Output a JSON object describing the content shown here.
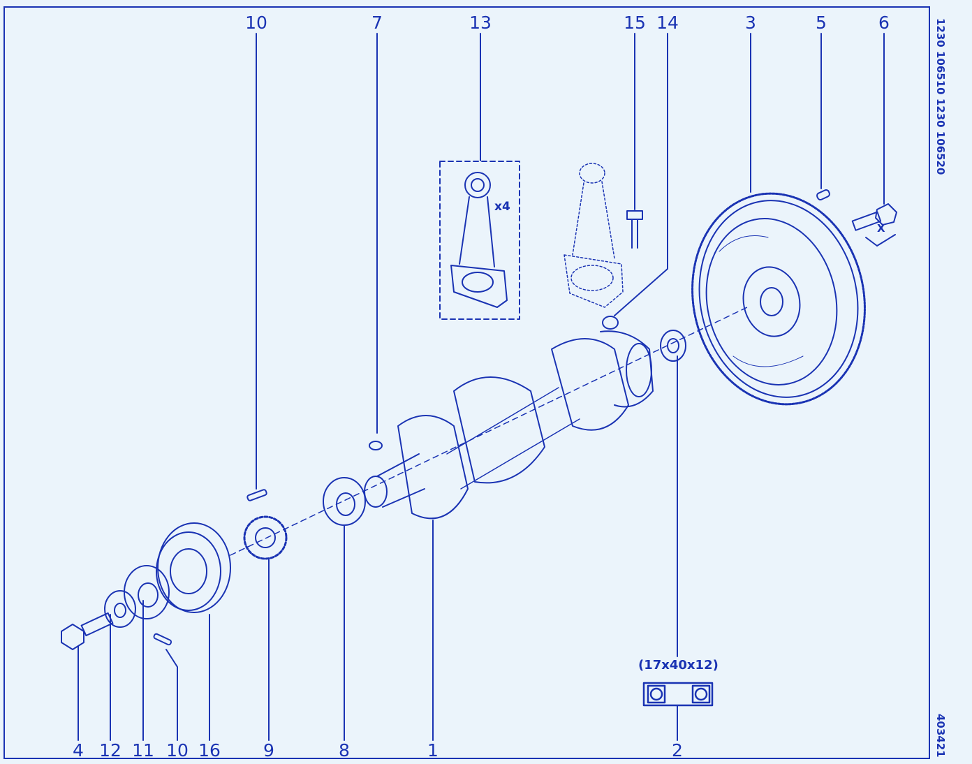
{
  "diagram": {
    "ink_color": "#1a33b3",
    "background_color": "#ebf4fb",
    "callouts_top": [
      "10",
      "7",
      "13",
      "15",
      "14",
      "3",
      "5",
      "6"
    ],
    "callouts_bottom": [
      "4",
      "12",
      "11",
      "10",
      "16",
      "9",
      "8",
      "1",
      "2"
    ],
    "quantity_label": "x4",
    "bearing_size": "(17x40x12)",
    "dimension_label": "X",
    "side_reference": "1230 106510 1230 106520",
    "drawing_number": "403421"
  }
}
